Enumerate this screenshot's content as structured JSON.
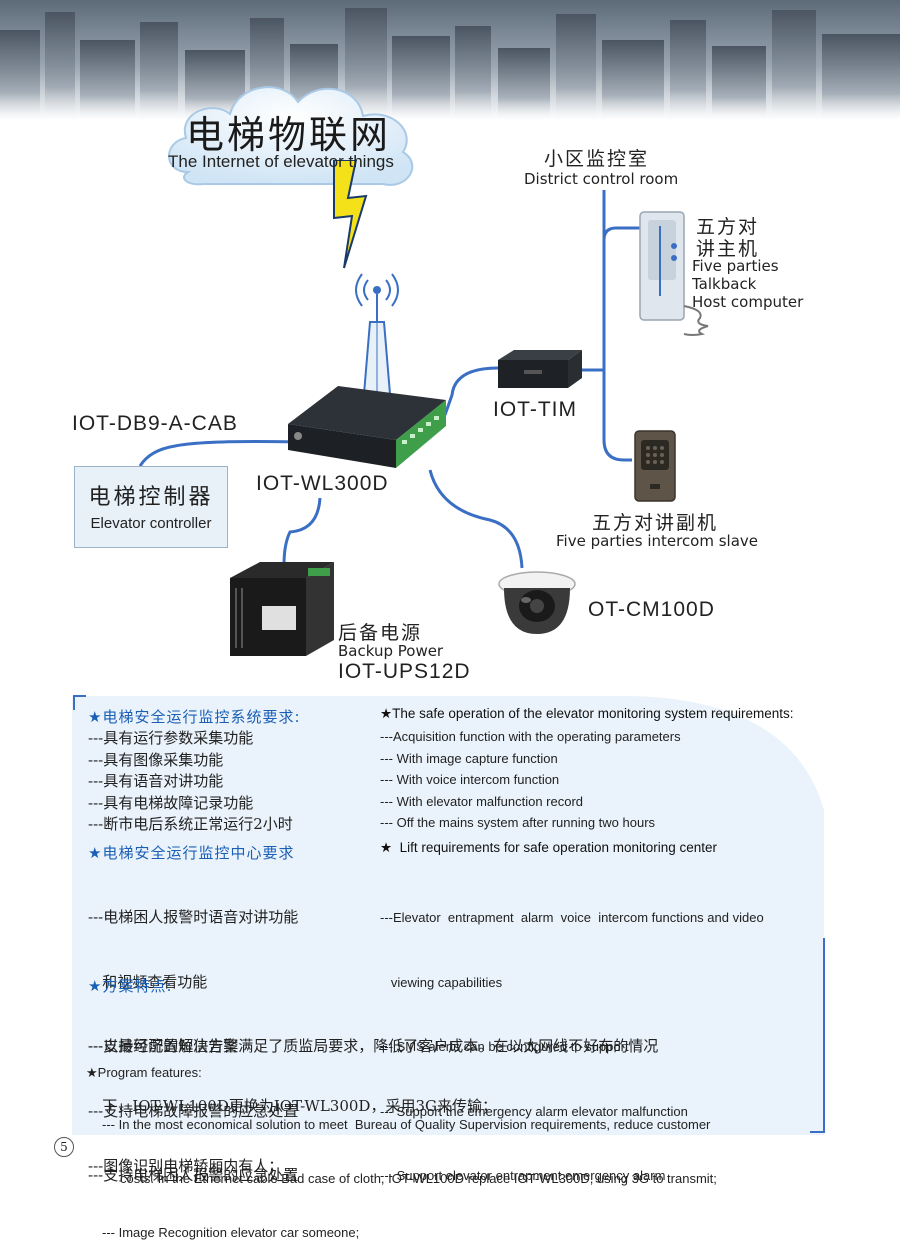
{
  "diagram": {
    "title_cn": "电梯物联网",
    "title_en": "The Internet of elevator things",
    "control_room_cn": "小区监控室",
    "control_room_en": "District control room",
    "host_cn_1": "五方对",
    "host_cn_2": "讲主机",
    "host_en_1": "Five parties",
    "host_en_2": "Talkback",
    "host_en_3": "Host computer",
    "tim_model": "IOT-TIM",
    "cab_model": "IOT-DB9-A-CAB",
    "controller_cn": "电梯控制器",
    "controller_en": "Elevator controller",
    "wl_model": "IOT-WL300D",
    "slave_cn": "五方对讲副机",
    "slave_en": "Five parties intercom slave",
    "ups_cn": "后备电源",
    "ups_en": "Backup Power",
    "ups_model": "IOT-UPS12D",
    "cam_model": "OT-CM100D"
  },
  "requirements": {
    "sys_head_cn": "★电梯安全运行监控系统要求:",
    "sys_head_en": "★The safe operation of the elevator monitoring system requirements:",
    "sys_items_cn": [
      "---具有运行参数采集功能",
      "---具有图像采集功能",
      "---具有语音对讲功能",
      "---具有电梯故障记录功能",
      "---断市电后系统正常运行2小时"
    ],
    "sys_items_en": [
      "---Acquisition function with the operating parameters",
      "--- With image capture function",
      "--- With voice intercom function",
      "--- With elevator malfunction record",
      "--- Off the mains system after running two hours"
    ],
    "center_head_cn": "★电梯安全运行监控中心要求",
    "center_head_en": "★  Lift requirements for safe operation monitoring center",
    "center_items_cn": [
      "---电梯困人报警时语音对讲功能",
      "   和视频查看功能",
      "---支持可配置短信告警",
      "---支持电梯故障报警的应急处置",
      "---支持电梯困人报警的应急处置"
    ],
    "center_items_en": [
      "---Elevator  entrapment  alarm  voice  intercom functions and video",
      "   viewing capabilities",
      "--- SMS alerts can be configured to support",
      "--- Support the emergency alarm elevator malfunction",
      "--- Support elevator entrapment emergency alarm"
    ]
  },
  "features": {
    "head_cn": "★方案特点:",
    "items_cn": [
      "---以最经济的解决方案满足了质监局要求，降低了客户成本。在以太网线不好布的情况",
      "   下，IOT-WL100D更换为IOT-WL300D，采用3G来传输；",
      "---图像识别电梯轿厢内有人；"
    ],
    "head_en": "★Program features:",
    "items_en": [
      "--- In the most economical solution to meet  Bureau of Quality Supervision requirements, reduce customer",
      "     costs. In the Ethernet cable Bad case of cloth, IOT-WL100D replace IOT-WL300D, using 3G to transmit;",
      "--- Image Recognition elevator car someone;"
    ]
  },
  "page_number": "5",
  "colors": {
    "accent_blue": "#1a5fb4",
    "line_blue": "#3a6fc4",
    "bolt_yellow": "#f5e11a"
  }
}
